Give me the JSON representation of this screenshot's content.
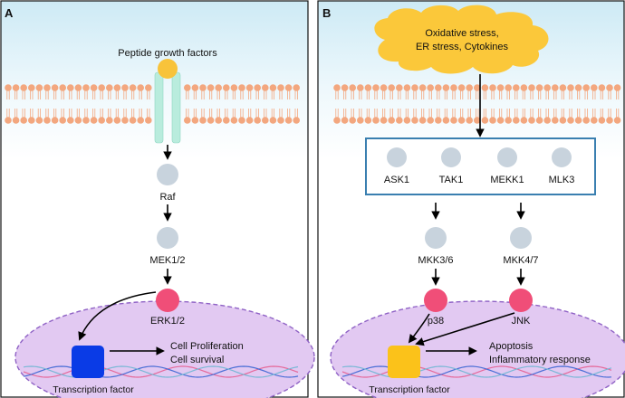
{
  "panel_a": {
    "letter": "A",
    "ligand_label": "Peptide growth factors",
    "nodes": [
      "Raf",
      "MEK1/2",
      "ERK1/2"
    ],
    "nucleus": {
      "factor_label": "Transcription factor",
      "outcomes": [
        "Cell Proliferation",
        "Cell survival"
      ]
    }
  },
  "panel_b": {
    "letter": "B",
    "stimulus_label_lines": [
      "Oxidative stress,",
      "ER stress, Cytokines"
    ],
    "kinase_box": [
      "ASK1",
      "TAK1",
      "MEKK1",
      "MLK3"
    ],
    "left_branch": [
      "MKK3/6",
      "p38"
    ],
    "right_branch": [
      "MKK4/7",
      "JNK"
    ],
    "nucleus": {
      "factor_label": "Transcription factor",
      "outcomes": [
        "Apoptosis",
        "Inflammatory response"
      ]
    }
  },
  "colors": {
    "gray_node": "#c8d3dd",
    "pink_node": "#f04e78",
    "ligand_yellow": "#f8c33a",
    "receptor_green": "#b9ecdd",
    "membrane_orange": "#f3a77f",
    "extracellular_top": "#d6eef7",
    "nucleus_fill": "#e2c9f2",
    "nucleus_border": "#8f62c5",
    "factor_blue": "#0a3be6",
    "factor_yellow": "#fbc21a",
    "kinase_box_border": "#3a7fb0",
    "stimulus_cloud": "#fbc83a"
  }
}
